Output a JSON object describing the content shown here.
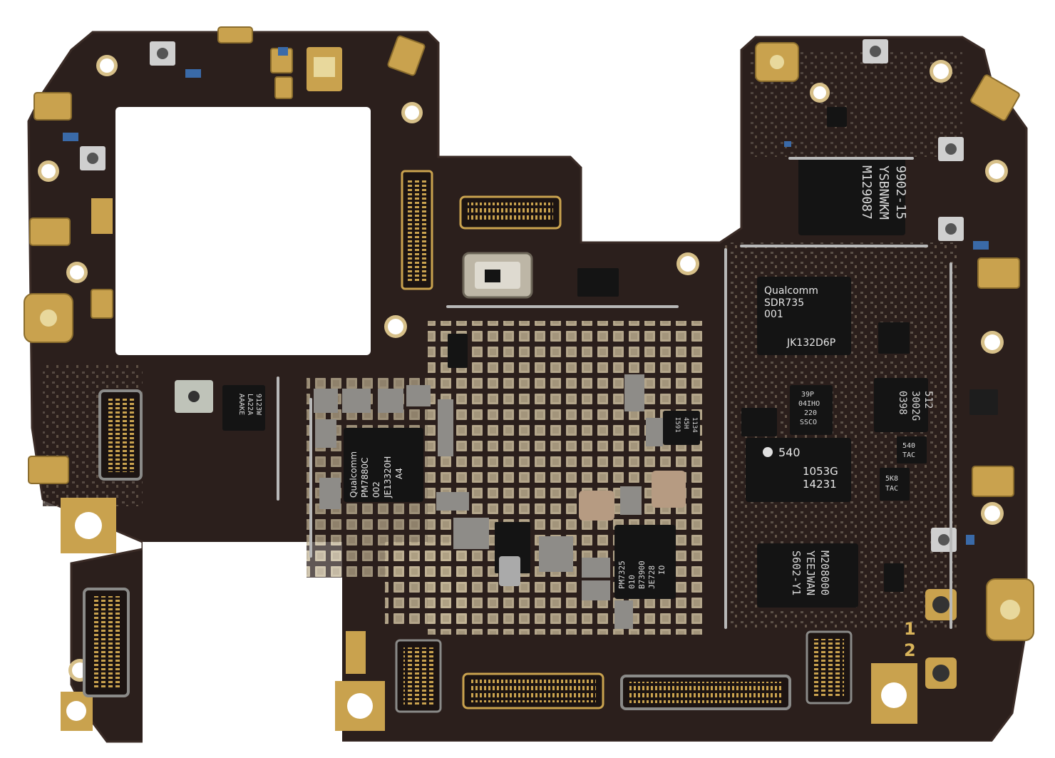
{
  "colors": {
    "pcb": "#2b1f1c",
    "pcb_edge": "#3a2b26",
    "gold": "#c9a24e",
    "chip": "#141414",
    "shield": "#9a9a9a",
    "passive_light": "#c8b89a",
    "passive_grey": "#8a8a88"
  },
  "chips": {
    "sdr": {
      "line1": "Qualcomm",
      "line2": "SDR735",
      "line3": "001",
      "line4": "JK132D6P"
    },
    "pmic_main": {
      "line1": "Qualcomm",
      "line2": "PM7880C",
      "line3": "002",
      "line4": "JE13320H",
      "line5": "A4"
    },
    "pmic_secondary": {
      "line1": "PM7325",
      "line2": "010",
      "line3": "B73900",
      "line4": "JE728",
      "line5": "IO"
    },
    "flash_top": {
      "line1": "9902-15",
      "line2": "YSBNWKM",
      "line3": "M129087"
    },
    "flash_bottom": {
      "line1": "S602-Y1",
      "line2": "YEEJWAN",
      "line3": "M208000"
    },
    "chip_540": {
      "line1": "540",
      "line2": "1053G",
      "line3": "14231"
    },
    "chip_512": {
      "line1": "512",
      "line2": "3002G",
      "line3": "0398"
    },
    "chip_39p": {
      "line1": "39P",
      "line2": "04IHO",
      "line3": "220",
      "line4": "SSCO"
    },
    "chip_9123": {
      "line1": "9123W",
      "line2": "LA22A",
      "line3": "AAAKE"
    },
    "chip_540tac": {
      "line1": "540",
      "line2": "TAC"
    },
    "chip_5k8": {
      "line1": "5K8",
      "line2": "TAC"
    },
    "chip_small_top": {
      "line1": "1134",
      "line2": "45H",
      "line3": "I591"
    }
  },
  "silkscreen": {
    "label1": "1",
    "label2": "2"
  }
}
